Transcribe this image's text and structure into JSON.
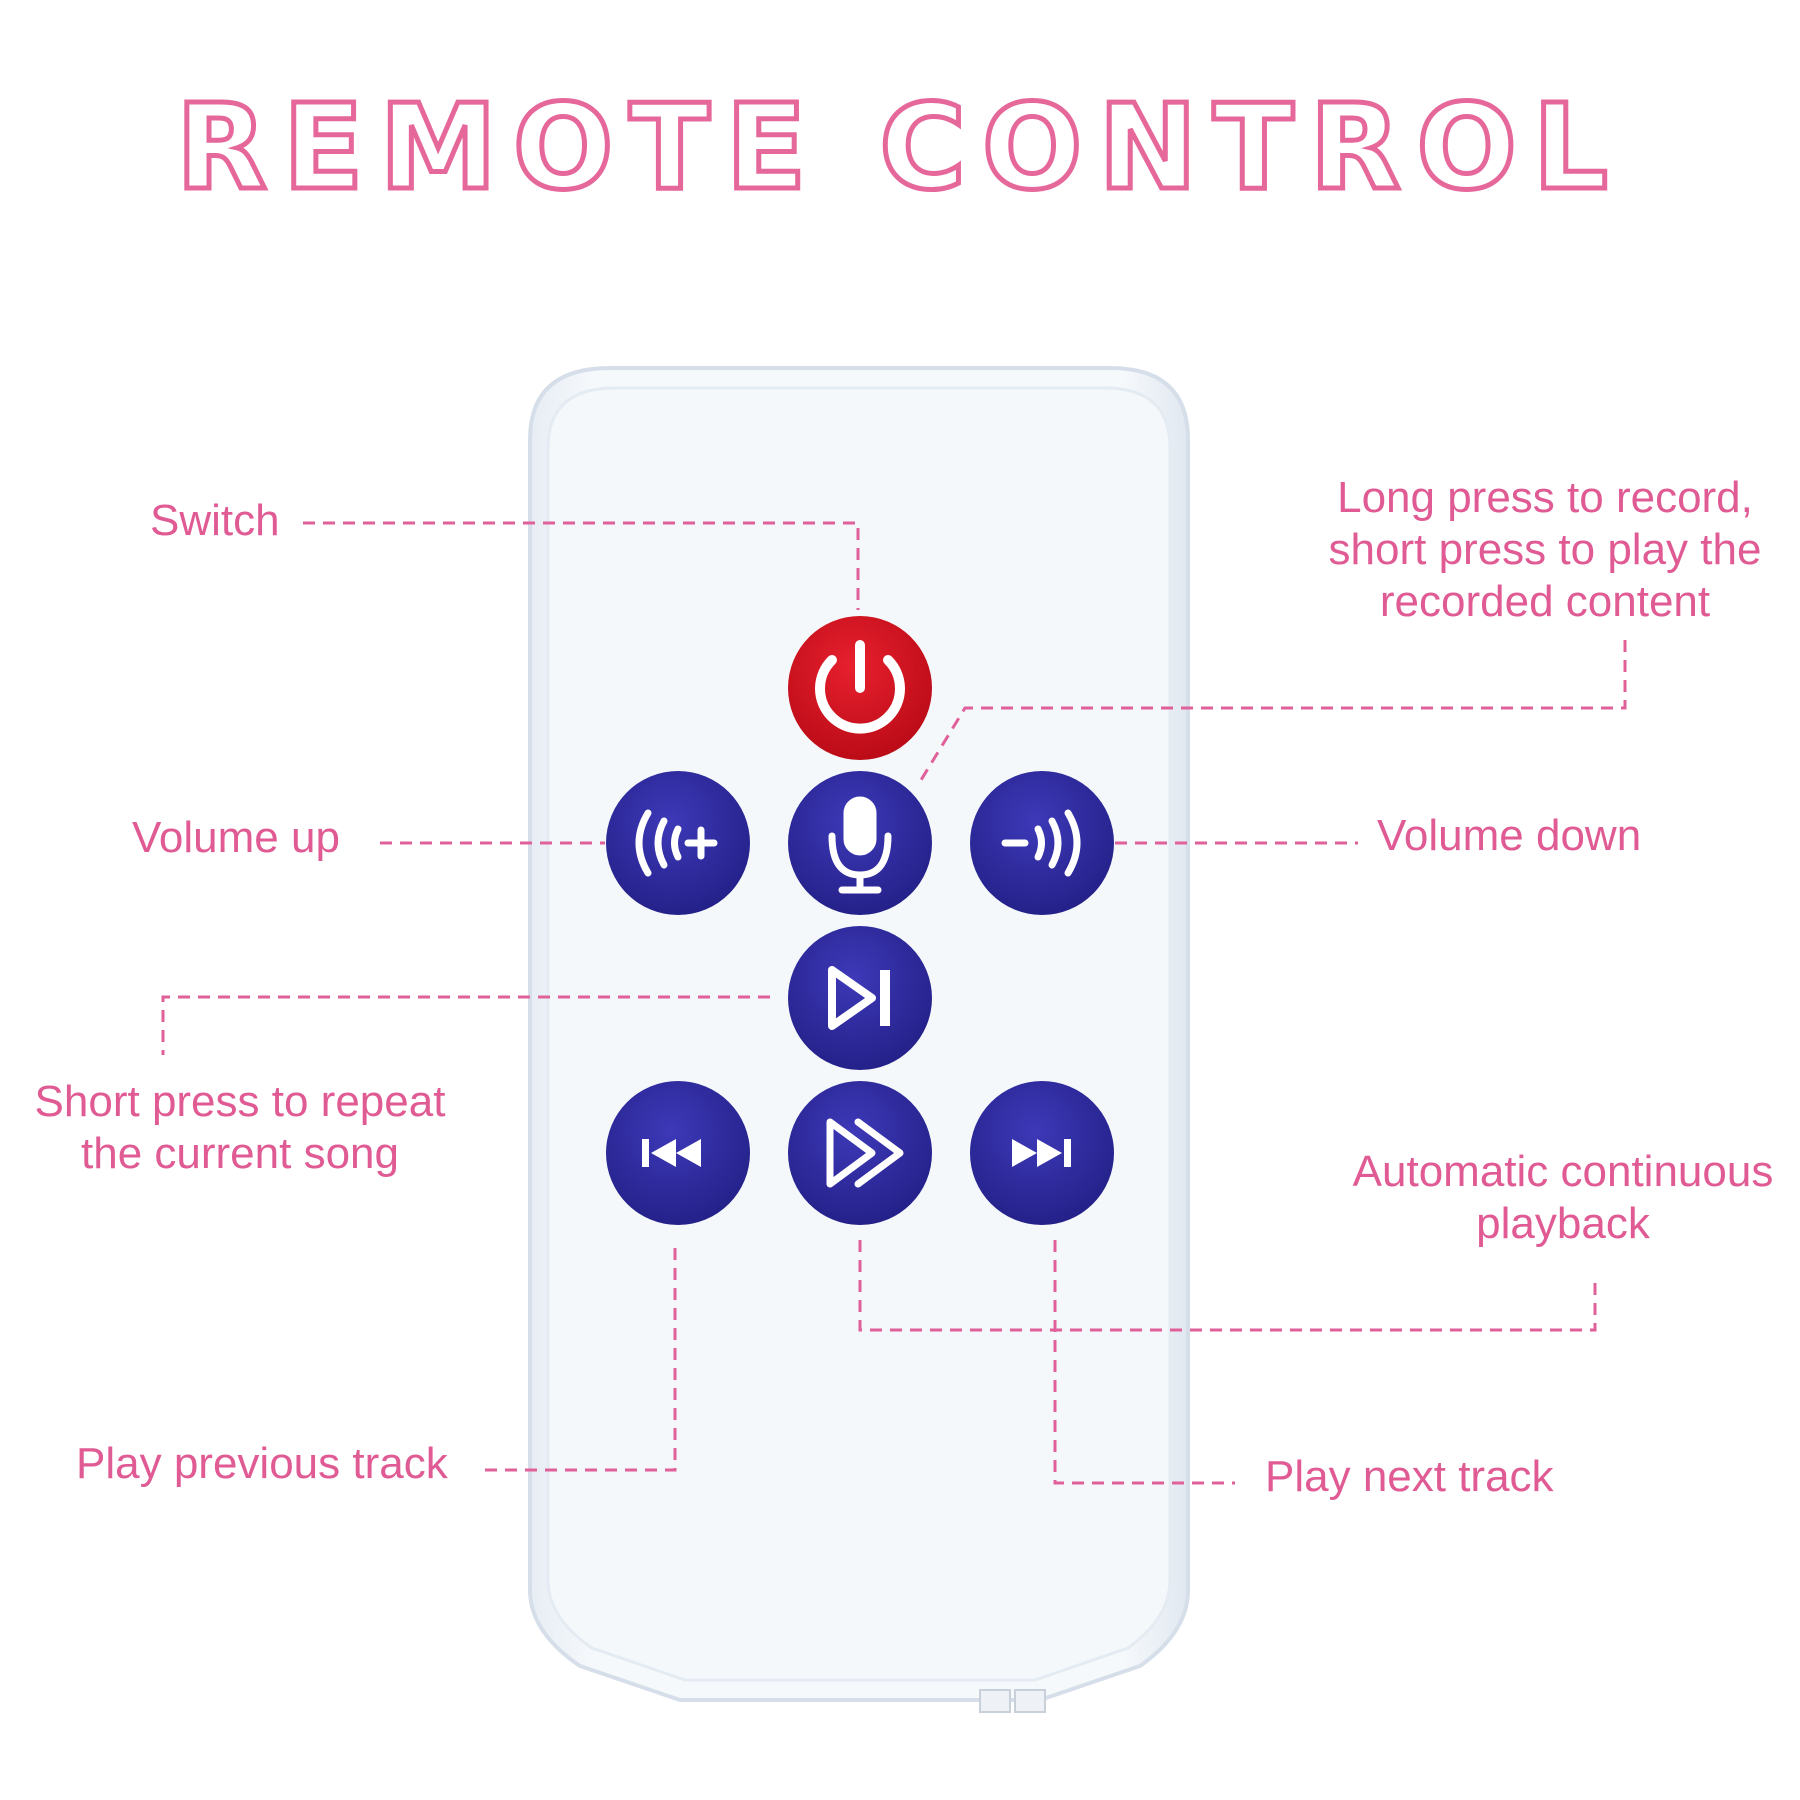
{
  "title": "REMOTE CONTROL",
  "colors": {
    "accent": "#e05a93",
    "button_blue": "#2e2a9c",
    "button_red": "#d10f1e",
    "remote_body": "#f3f7fb"
  },
  "labels": {
    "switch": "Switch",
    "record_line1": "Long press to record,",
    "record_line2": "short press to play the",
    "record_line3": "recorded content",
    "volume_up": "Volume up",
    "volume_down": "Volume down",
    "repeat_line1": "Short press to repeat",
    "repeat_line2": "the current song",
    "auto_line1": "Automatic continuous",
    "auto_line2": "playback",
    "previous": "Play previous track",
    "next": "Play next track"
  },
  "buttons": [
    {
      "name": "power",
      "icon": "power-icon"
    },
    {
      "name": "volume-up",
      "icon": "volume-up-icon"
    },
    {
      "name": "record",
      "icon": "microphone-icon"
    },
    {
      "name": "volume-down",
      "icon": "volume-down-icon"
    },
    {
      "name": "repeat",
      "icon": "play-pause-icon"
    },
    {
      "name": "previous-track",
      "icon": "rewind-icon"
    },
    {
      "name": "continuous-play",
      "icon": "double-play-icon"
    },
    {
      "name": "next-track",
      "icon": "skip-next-icon"
    }
  ]
}
